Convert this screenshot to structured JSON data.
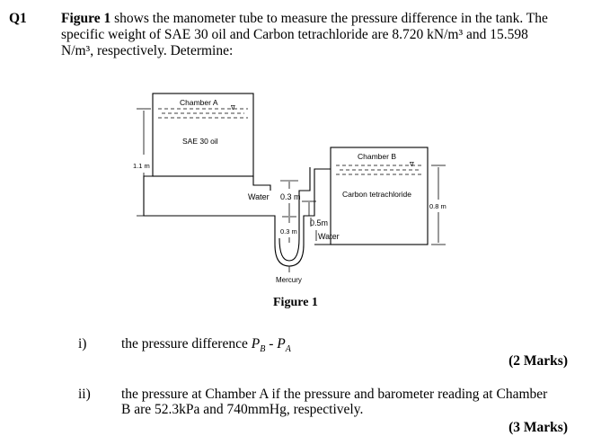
{
  "question": {
    "number": "Q1",
    "figure_ref": "Figure 1",
    "text_line1_rest": " shows the manometer tube to measure the pressure difference in the tank. The",
    "text_line2": "specific weight of SAE 30 oil and Carbon tetrachloride are 8.720 kN/m³ and 15.598",
    "text_line3": "N/m³, respectively. Determine:"
  },
  "figure": {
    "caption": "Figure 1",
    "labels": {
      "chamber_a": "Chamber A",
      "chamber_b": "Chamber B",
      "oil": "SAE 30 oil",
      "carbon": "Carbon tetrachloride",
      "water_left": "Water",
      "water_right": "Water",
      "mercury": "Mercury",
      "dim_1_1": "1.1 m",
      "dim_0_8": "0.8 m",
      "dim_0_3_top": "0.3 m",
      "dim_0_3_bottom": "0.3 m",
      "dim_0_5": "0.5m",
      "free_surface": "∇"
    }
  },
  "items": [
    {
      "number": "i)",
      "text_prefix": "the pressure difference ",
      "p_b": "P",
      "p_b_sub": "B",
      "minus": " - ",
      "p_a": "P",
      "p_a_sub": "A",
      "marks": "(2 Marks)"
    },
    {
      "number": "ii)",
      "line1": "the pressure at Chamber A if the pressure and barometer reading at Chamber",
      "line2": "B are 52.3kPa and 740mmHg, respectively.",
      "marks": "(3  Marks)"
    }
  ]
}
